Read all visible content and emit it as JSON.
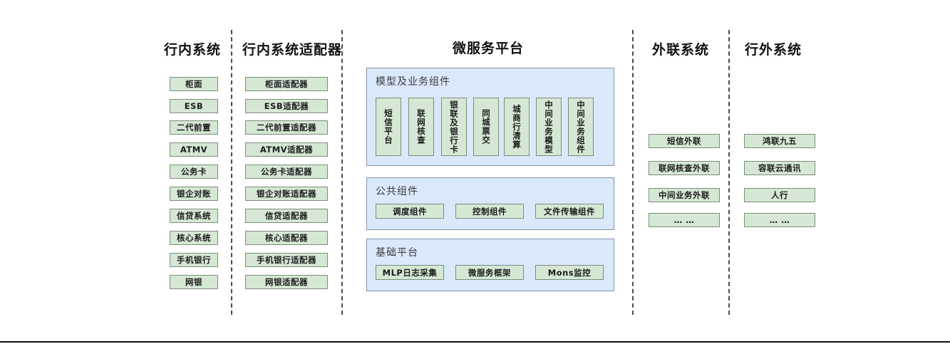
{
  "columns": [
    {
      "id": "in-bank-systems",
      "title": "行内系统",
      "items": [
        "柜面",
        "ESB",
        "二代前置",
        "ATMV",
        "公务卡",
        "银企对账",
        "信贷系统",
        "核心系统",
        "手机银行",
        "网银"
      ]
    },
    {
      "id": "in-bank-adapters",
      "title": "行内系统适配器",
      "items": [
        "柜面适配器",
        "ESB适配器",
        "二代前置适配器",
        "ATMV适配器",
        "公务卡适配器",
        "银企对账适配器",
        "信贷适配器",
        "核心适配器",
        "手机银行适配器",
        "网银适配器"
      ]
    },
    {
      "id": "microservice-platform",
      "title": "微服务平台",
      "panels": [
        {
          "id": "model-business-components",
          "title": "模型及业务组件",
          "orientation": "vertical",
          "items": [
            "短信平台",
            "联网核查",
            "银联及银行卡",
            "同城票交",
            "城商行清算",
            "中间业务模型",
            "中间业务组件"
          ]
        },
        {
          "id": "public-components",
          "title": "公共组件",
          "orientation": "horizontal",
          "items": [
            "调度组件",
            "控制组件",
            "文件传输组件"
          ]
        },
        {
          "id": "base-platform",
          "title": "基础平台",
          "orientation": "horizontal",
          "items": [
            "MLP日志采集",
            "微服务框架",
            "Mons监控"
          ]
        }
      ]
    },
    {
      "id": "external-link-systems",
      "title": "外联系统",
      "items": [
        "短信外联",
        "联网核查外联",
        "中间业务外联",
        "… …"
      ]
    },
    {
      "id": "off-bank-systems",
      "title": "行外系统",
      "items": [
        "鸿联九五",
        "容联云通讯",
        "人行",
        "… …"
      ]
    }
  ],
  "colors": {
    "node_fill": "#d5e8d4",
    "node_border": "#7d8c7b",
    "panel_fill": "#dae8fc",
    "panel_border": "#8094ad",
    "divider": "#4d4d4d",
    "text": "#1a1a1a"
  }
}
